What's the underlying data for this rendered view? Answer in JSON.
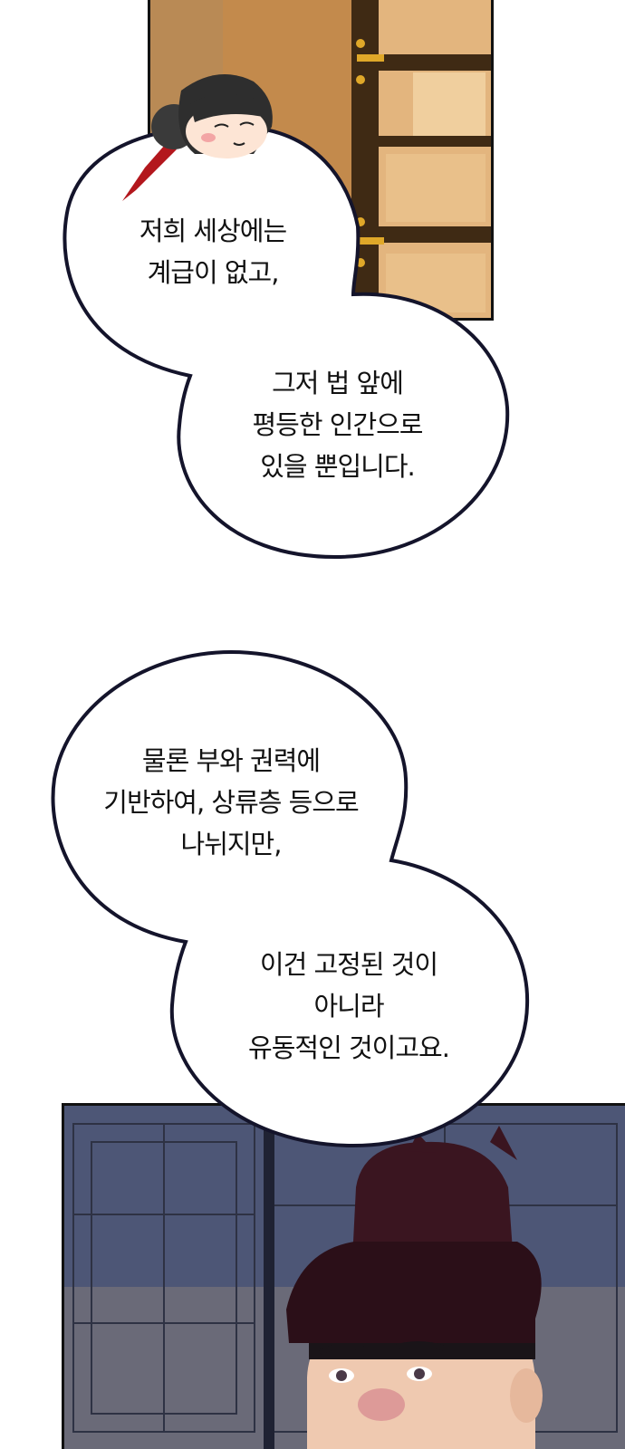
{
  "bubbles": [
    {
      "lines": [
        "저희 세상에는",
        "계급이 없고,"
      ]
    },
    {
      "lines": [
        "그저 법 앞에",
        "평등한 인간으로",
        "있을 뿐입니다."
      ]
    },
    {
      "lines": [
        "물론 부와 권력에",
        "기반하여, 상류층 등으로",
        "나뉘지만,"
      ]
    },
    {
      "lines": [
        "이건 고정된 것이",
        "아니라",
        "유동적인 것이고요."
      ]
    }
  ]
}
